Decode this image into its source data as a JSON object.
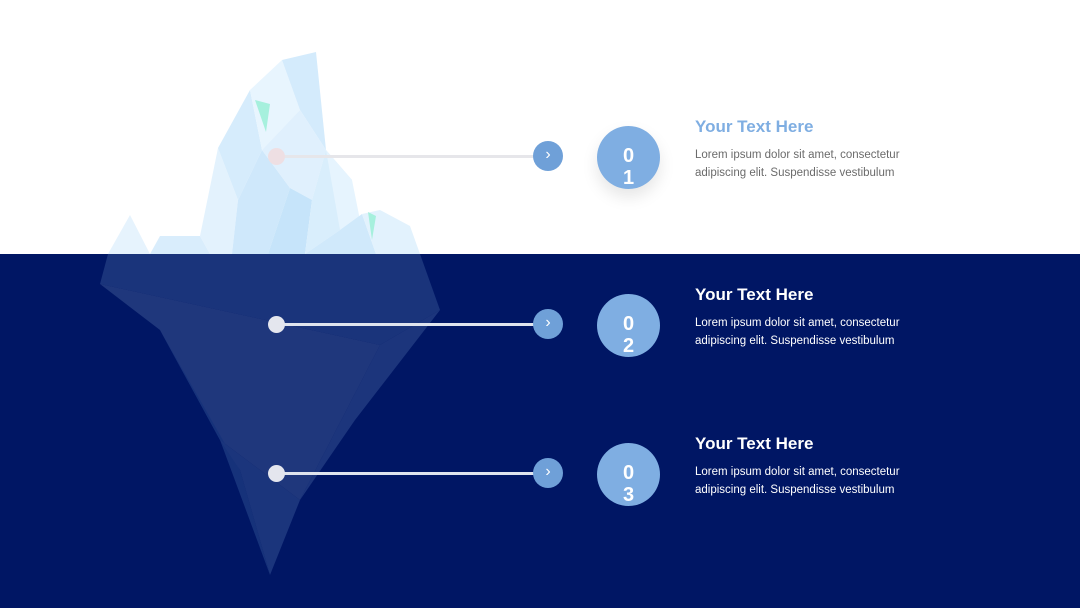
{
  "colors": {
    "sea": "#001664",
    "sky": "#ffffff",
    "accent": "#7faee2",
    "arrow_button": "#6fa0d8",
    "ice_light": "#dceefc",
    "ice_mid": "#c3e2fa"
  },
  "icons": {
    "arrow": "chevron-right-icon"
  },
  "items": [
    {
      "number": "01",
      "title": "Your Text Here",
      "text": "Lorem ipsum dolor sit amet, consectetur adipiscing elit. Suspendisse vestibulum",
      "arrow": "›"
    },
    {
      "number": "02",
      "title": "Your Text Here",
      "text": "Lorem ipsum dolor sit amet, consectetur adipiscing elit. Suspendisse vestibulum",
      "arrow": "›"
    },
    {
      "number": "03",
      "title": "Your Text Here",
      "text": "Lorem ipsum dolor sit amet, consectetur adipiscing elit. Suspendisse vestibulum",
      "arrow": "›"
    }
  ]
}
